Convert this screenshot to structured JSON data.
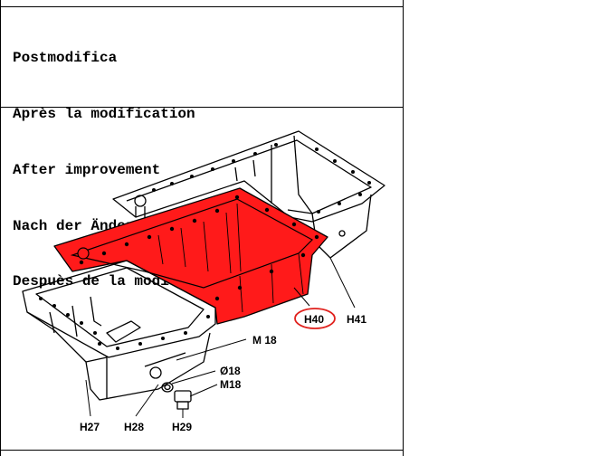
{
  "header": {
    "lines": [
      "Postmodifica",
      "Après la modification",
      "After improvement",
      "Nach der Änderung",
      "Despuès de la modificación"
    ]
  },
  "callouts": {
    "h40": "H40",
    "h41": "H41",
    "m18_a": "M 18",
    "dia18": "Ø18",
    "m18_b": "M18",
    "h27": "H27",
    "h28": "H28",
    "h29": "H29"
  },
  "colors": {
    "highlight": "#ff1a1a",
    "circle": "#e0201c",
    "line": "#000000"
  }
}
